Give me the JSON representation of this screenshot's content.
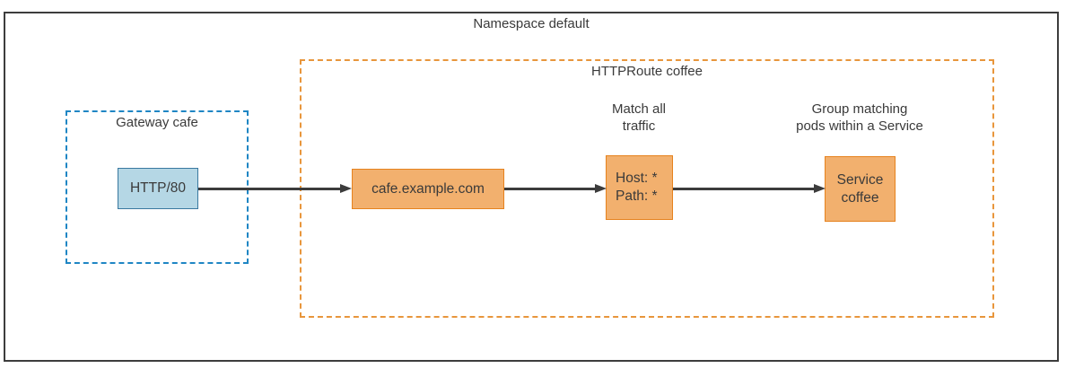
{
  "namespace": {
    "label": "Namespace default"
  },
  "gateway": {
    "label": "Gateway cafe",
    "listener_label": "HTTP/80"
  },
  "httproute": {
    "label": "HTTPRoute coffee",
    "hostname_label": "cafe.example.com",
    "match_annotation": "Match all\ntraffic",
    "match_rules": "Host: *\nPath: *",
    "backend_annotation": "Group matching\npods within a Service",
    "backend_label": "Service\ncoffee"
  },
  "colors": {
    "gateway_dash": "#1f86c4",
    "gateway_node_fill": "#b5d7e5",
    "gateway_node_border": "#39789f",
    "route_dash": "#e8963c",
    "route_node_fill": "#f2b06e",
    "route_node_border": "#e6821e",
    "arrow": "#3c3c3c",
    "text": "#3a3a3a",
    "frame": "#3d3d3d"
  }
}
